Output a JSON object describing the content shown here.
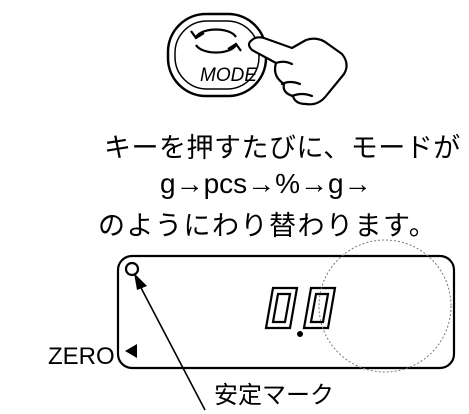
{
  "mode_key": {
    "label": "MODE",
    "icon": "cycle-arrows-icon"
  },
  "instruction": {
    "line1": "キーを押すたびに、モードが",
    "line2": "g→pcs→%→g→",
    "line3": "のようにわり替わります。"
  },
  "display": {
    "reading": "0.0",
    "zero_label": "ZERO",
    "stable_label": "安定マーク"
  }
}
